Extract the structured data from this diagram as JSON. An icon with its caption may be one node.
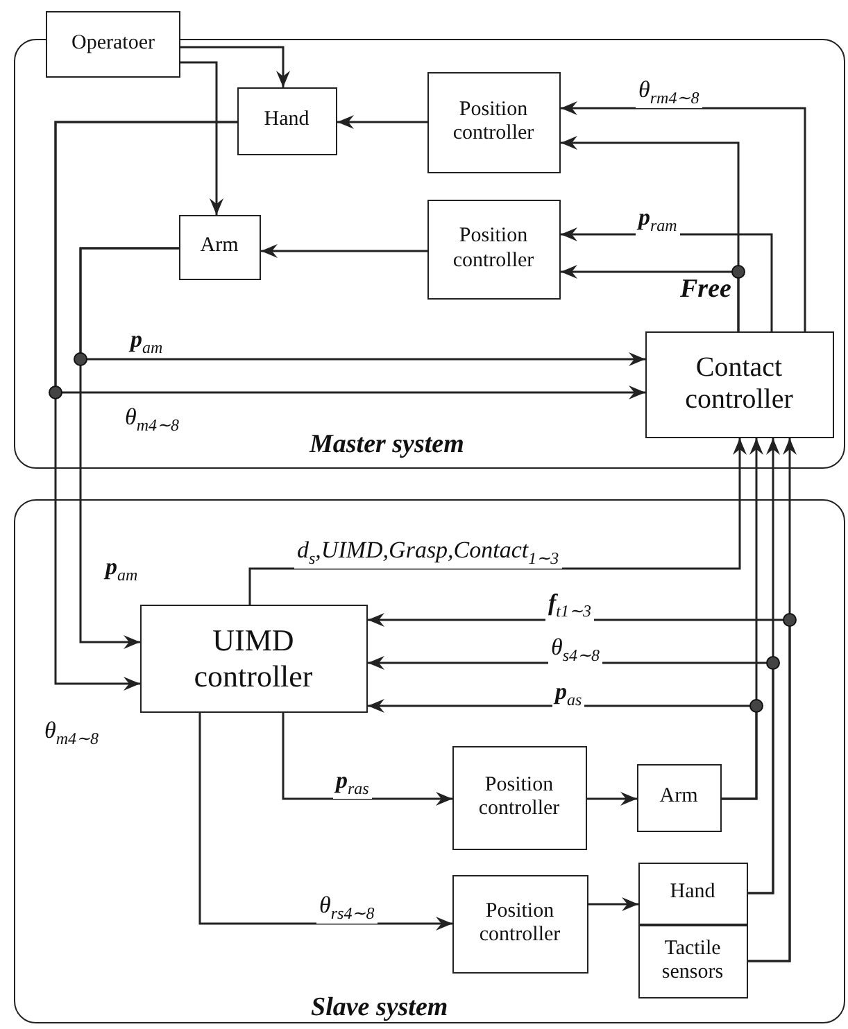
{
  "diagram": {
    "nodes": [
      {
        "text": [
          "Master system"
        ]
      },
      {
        "text": [
          "Operatoer"
        ]
      },
      {
        "text": [
          "Hand"
        ],
        "in": 0
      },
      {
        "text": [
          "Position controller"
        ],
        "in": 0
      },
      {
        "text": [
          "Arm"
        ],
        "in": 0
      },
      {
        "text": [
          "Position controller"
        ],
        "in": 0
      },
      {
        "text": [
          "Contact controller"
        ],
        "in": 0
      },
      {
        "text": [
          "Slave system"
        ]
      },
      {
        "text": [
          "UIMD controller"
        ],
        "in": 7
      },
      {
        "text": [
          "Position controller"
        ],
        "in": 7
      },
      {
        "text": [
          "Arm"
        ],
        "in": 7
      },
      {
        "text": [
          "Position controller"
        ],
        "in": 7
      },
      {
        "text": [
          "Hand"
        ],
        "in": 7
      },
      {
        "text": [
          "Tactile sensors"
        ],
        "in": 7
      }
    ],
    "edges": [
      {
        "from": 1,
        "to": 2,
        "arrow": "to"
      },
      {
        "from": 1,
        "to": 4,
        "arrow": "to"
      },
      {
        "from": 3,
        "to": 2,
        "arrow": "to"
      },
      {
        "from": 5,
        "to": 4,
        "arrow": "to"
      },
      {
        "from": 6,
        "to": 3,
        "arrow": "to",
        "label": "θ$_{rm4∼8}$"
      },
      {
        "from": 6,
        "to": 3,
        "arrow": "to"
      },
      {
        "from": 6,
        "to": 5,
        "arrow": "to",
        "label": "**p**$_{ram}$"
      },
      {
        "from": 6,
        "to": 5,
        "arrow": "to"
      },
      {
        "from": 4,
        "to": 6,
        "arrow": "to",
        "label": "**p**$_{am}$"
      },
      {
        "from": 2,
        "to": 6,
        "arrow": "to",
        "label": "θ$_{m4∼8}$"
      },
      {
        "from": 4,
        "to": 8,
        "arrow": "to",
        "label": "**p**$_{am}$"
      },
      {
        "from": 2,
        "to": 8,
        "arrow": "to",
        "label": "θ$_{m4∼8}$"
      },
      {
        "from": 8,
        "to": 6,
        "arrow": "to",
        "label": "d$_{s}$,UIMD,Grasp,Contact$_{1∼3}$"
      },
      {
        "from": 10,
        "to": 6,
        "arrow": "to"
      },
      {
        "from": 10,
        "to": 8,
        "arrow": "to",
        "label": "**p**$_{as}$"
      },
      {
        "from": 12,
        "to": 6,
        "arrow": "to"
      },
      {
        "from": 12,
        "to": 8,
        "arrow": "to",
        "label": "θ$_{s4∼8}$"
      },
      {
        "from": 13,
        "to": 6,
        "arrow": "to"
      },
      {
        "from": 13,
        "to": 8,
        "arrow": "to",
        "label": "**f**$_{t1∼3}$"
      },
      {
        "from": 8,
        "to": 9,
        "arrow": "to",
        "label": "**p**$_{ras}$"
      },
      {
        "from": 8,
        "to": 11,
        "arrow": "to",
        "label": "θ$_{rs4∼8}$"
      },
      {
        "from": 9,
        "to": 10,
        "arrow": "to"
      },
      {
        "from": 11,
        "to": 12,
        "arrow": "to"
      }
    ],
    "labels": [
      "Free"
    ]
  }
}
